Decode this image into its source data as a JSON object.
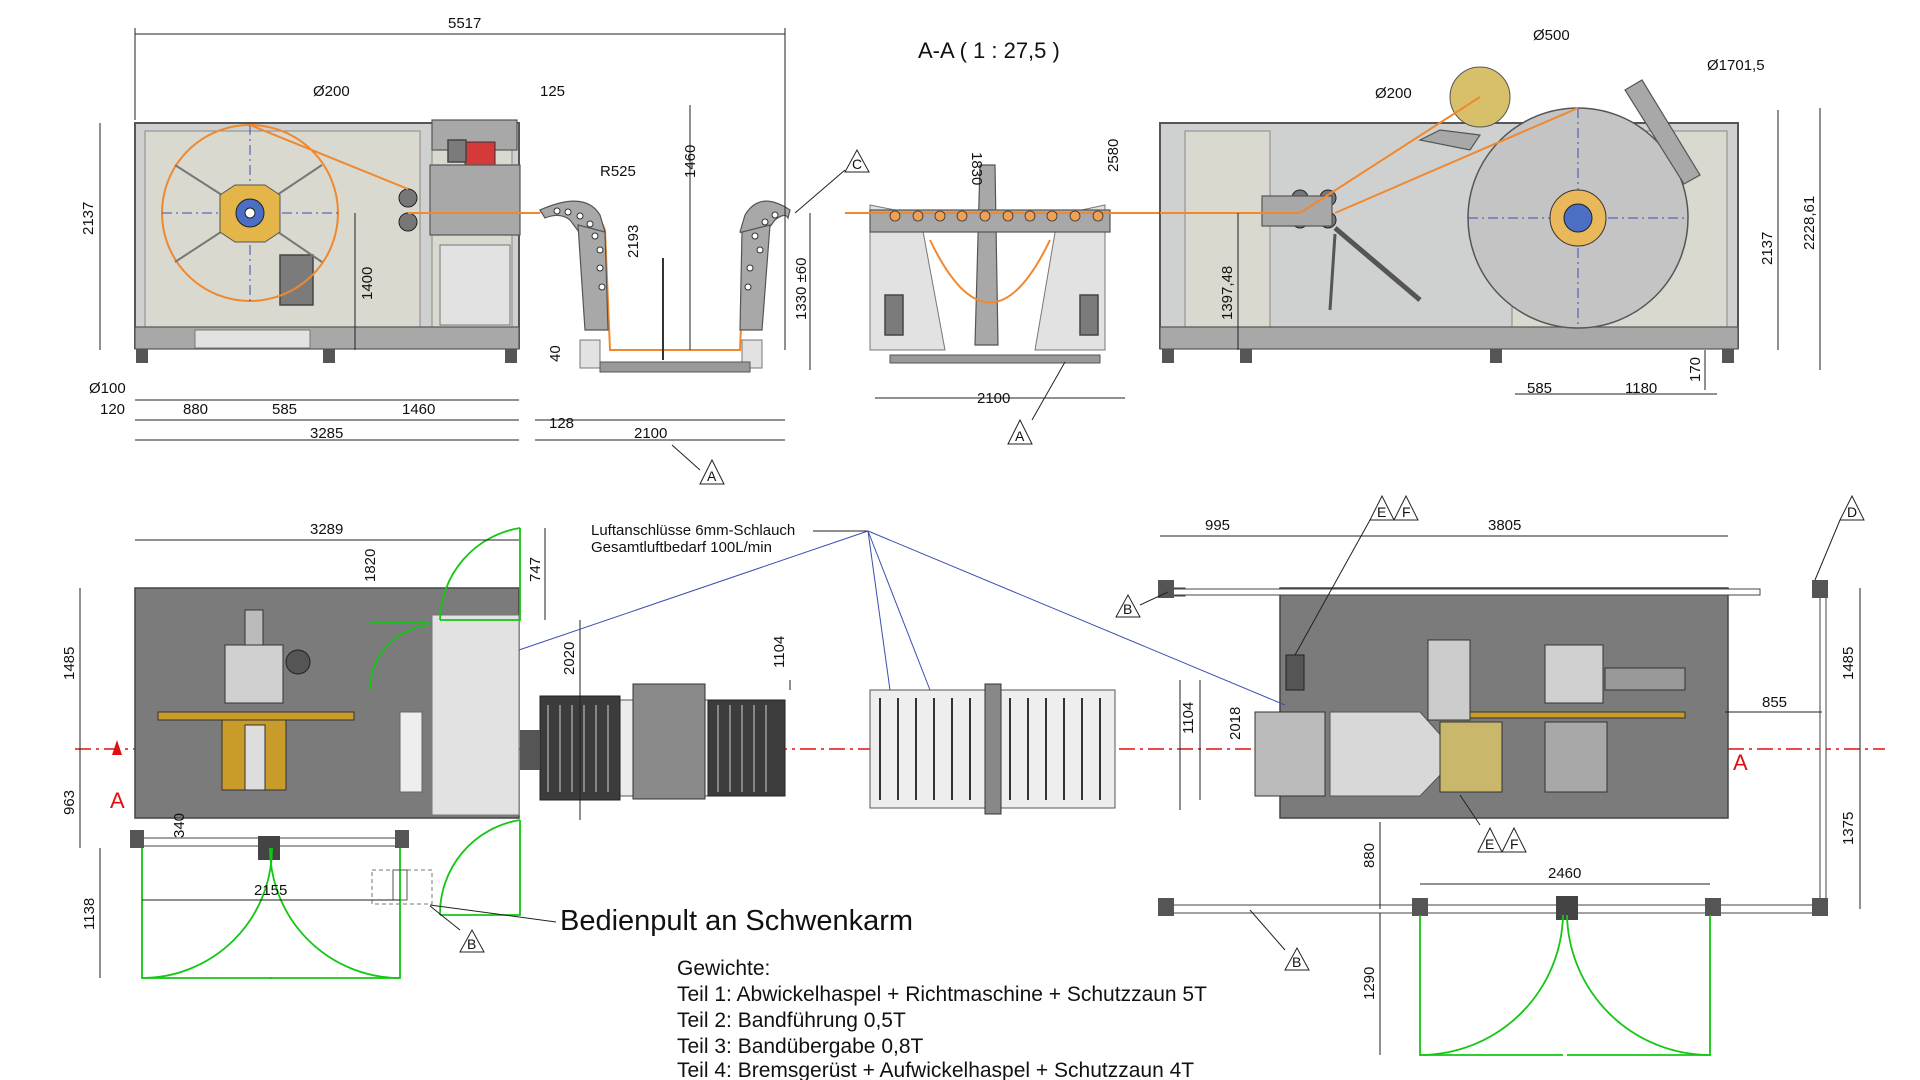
{
  "title": "A-A ( 1 : 27,5 )",
  "dimensions": {
    "d5517": "5517",
    "d125": "125",
    "dia200_left": "Ø200",
    "dia500": "Ø500",
    "dia200_right": "Ø200",
    "dia1701": "Ø1701,5",
    "d2137_left": "2137",
    "d1400": "1400",
    "d1460_top": "1460",
    "r525": "R525",
    "d2193": "2193",
    "d40": "40",
    "d1330": "1330 ±60",
    "d1830": "1830",
    "d2580": "2580",
    "d1397": "1397,48",
    "d2137_right": "2137",
    "d2228": "2228,61",
    "d170": "170",
    "dia100": "Ø100",
    "d120": "120",
    "d880_top": "880",
    "d585_left": "585",
    "d1460_bottom": "1460",
    "d3285": "3285",
    "d128": "128",
    "d2100_left": "2100",
    "d2100_mid": "2100",
    "d585_right": "585",
    "d1180": "1180",
    "d3289": "3289",
    "d1820": "1820",
    "d747": "747",
    "d2020": "2020",
    "d1104_a": "1104",
    "d1104_b": "1104",
    "d1485_left": "1485",
    "d963": "963",
    "d340": "340",
    "d1138": "1138",
    "d2155": "2155",
    "d995": "995",
    "d3805": "3805",
    "d2018": "2018",
    "d1485_right": "1485",
    "d855": "855",
    "d1375": "1375",
    "d880_bottom": "880",
    "d2460": "2460",
    "d1290": "1290"
  },
  "section_marks": {
    "left": "A",
    "right": "A"
  },
  "callouts": {
    "A1": "A",
    "A2": "A",
    "B1": "B",
    "B2": "B",
    "B3": "B",
    "C": "C",
    "D": "D",
    "E1": "E",
    "F1": "F",
    "E2": "E",
    "F2": "F"
  },
  "notes": {
    "air_line1": "Luftanschlüsse 6mm-Schlauch",
    "air_line2": "Gesamtluftbedarf 100L/min",
    "control": "Bedienpult an Schwenkarm"
  },
  "weights": {
    "heading": "Gewichte:",
    "items": [
      "Teil 1: Abwickelhaspel + Richtmaschine + Schutzzaun 5T",
      "Teil 2: Bandführung 0,5T",
      "Teil 3: Bandübergabe 0,8T",
      "Teil 4: Bremsgerüst + Aufwickelhaspel + Schutzzaun 4T"
    ]
  },
  "colors": {
    "strip": "#f0882e",
    "door_swing": "#13c713",
    "center_line": "#e01010",
    "frame": "#cfd1d1",
    "plate": "#7b7b7b"
  }
}
